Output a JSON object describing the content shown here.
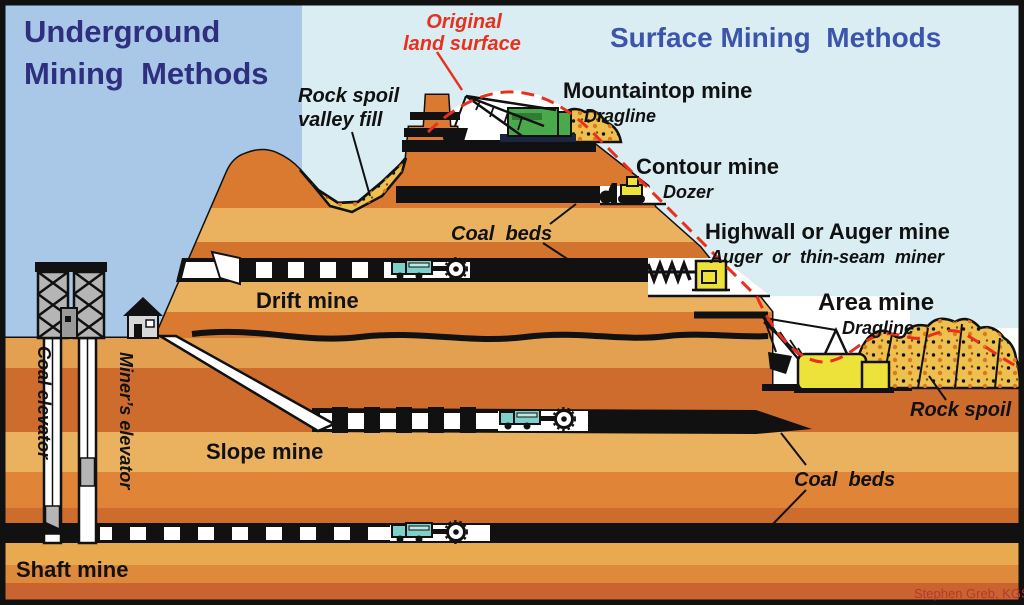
{
  "diagram": {
    "left_panel_title_lines": [
      "Underground",
      "Mining  Methods"
    ],
    "right_panel_title": "Surface Mining  Methods",
    "credit": "Stephen Greb, KGS",
    "annotations": {
      "original_land_surface_lines": [
        "Original",
        "land surface"
      ],
      "rock_spoil_valley_fill_lines": [
        "Rock spoil",
        "valley fill"
      ],
      "rock_spoil": "Rock spoil",
      "coal_beds_upper": "Coal  beds",
      "coal_beds_lower": "Coal  beds"
    },
    "surface_methods": {
      "mountaintop": {
        "name": "Mountaintop mine",
        "equipment": "Dragline"
      },
      "contour": {
        "name": "Contour mine",
        "equipment": "Dozer"
      },
      "highwall": {
        "name": "Highwall or Auger mine",
        "equipment": "Auger  or  thin-seam  miner"
      },
      "area": {
        "name": "Area mine",
        "equipment": "Dragline"
      }
    },
    "underground_methods": {
      "drift": {
        "name": "Drift mine"
      },
      "slope": {
        "name": "Slope mine"
      },
      "shaft": {
        "name": "Shaft mine"
      },
      "coal_elevator_label": "Coal elevator",
      "miners_elevator_label": "Miner’s elevator"
    },
    "colors": {
      "left_sky": "#a9c7e7",
      "right_sky": "#d9edf2",
      "underground_title": "#2f2f80",
      "surface_title": "#3c55ab",
      "original_surface_red": "#e8301f",
      "strata_dark_orange": "#d97a30",
      "strata_tan": "#eab25e",
      "strata_medium": "#e08438",
      "strata_rust": "#cd6c2d",
      "coal_black": "#111111",
      "spoil_yellow": "#eec04d",
      "dragline_green": "#4aa94a",
      "machine_yellow": "#ece23a",
      "miner_teal": "#7fd0c8"
    }
  }
}
